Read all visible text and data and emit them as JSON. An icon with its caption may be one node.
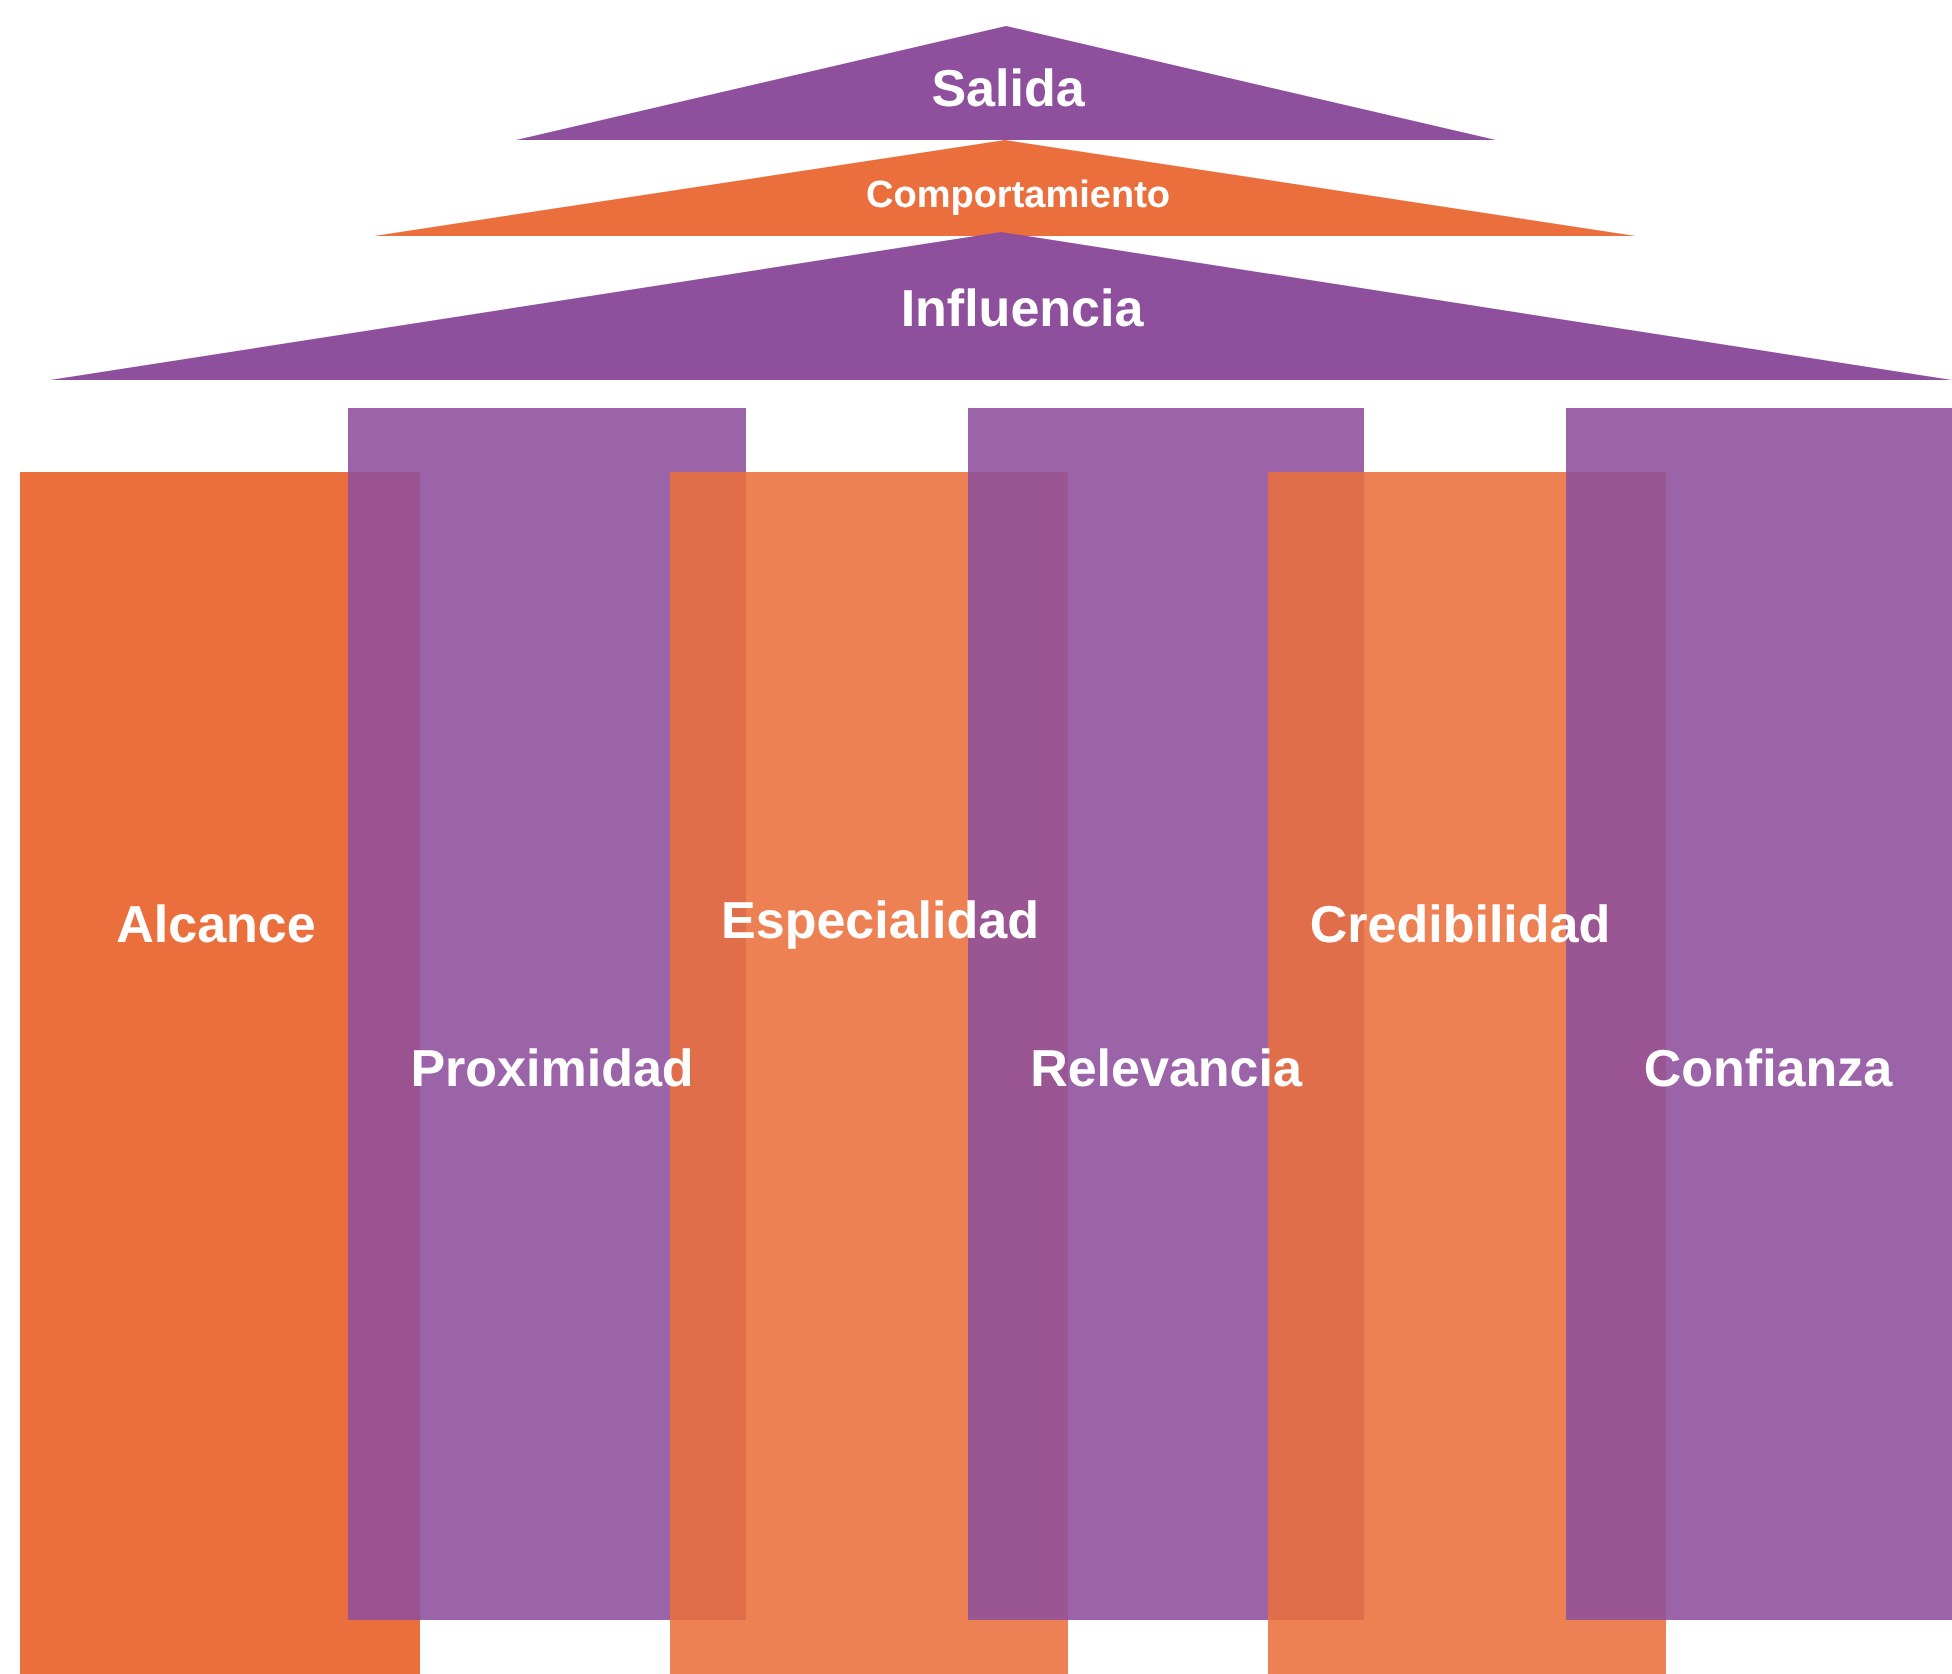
{
  "diagram": {
    "nodes": [
      {
        "text": [
          "Salida"
        ]
      },
      {
        "text": [
          "Comportamiento"
        ]
      },
      {
        "text": [
          "Influencia"
        ]
      },
      {
        "text": [
          "Alcance"
        ]
      },
      {
        "text": [
          "Proximidad"
        ]
      },
      {
        "text": [
          "Especialidad"
        ]
      },
      {
        "text": [
          "Relevancia"
        ]
      },
      {
        "text": [
          "Credibilidad"
        ]
      },
      {
        "text": [
          "Confianza"
        ]
      }
    ]
  }
}
